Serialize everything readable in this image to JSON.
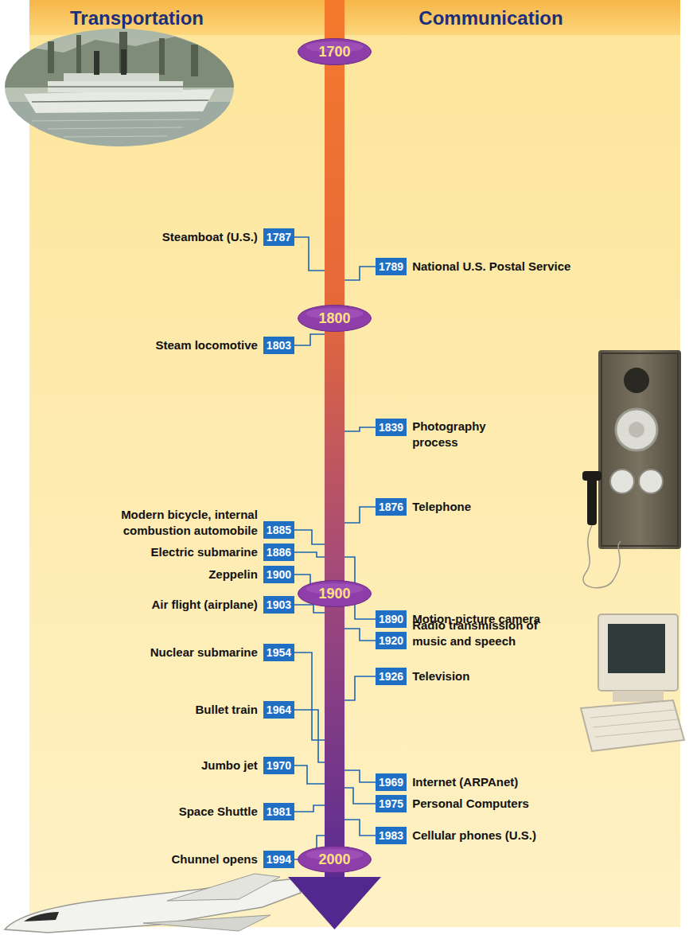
{
  "diagram": {
    "nodes": [
      {
        "text": [
          "1700"
        ]
      },
      {
        "text": [
          "1787",
          "Steamboat (U.S.)"
        ]
      },
      {
        "text": [
          "1789",
          "National U.S. Postal Service"
        ]
      },
      {
        "text": [
          "1800"
        ]
      },
      {
        "text": [
          "1803",
          "Steam locomotive"
        ]
      },
      {
        "text": [
          "1839",
          "Photography process"
        ]
      },
      {
        "text": [
          "1876",
          "Telephone"
        ]
      },
      {
        "text": [
          "1885",
          "Modern bicycle, internal combustion automobile"
        ]
      },
      {
        "text": [
          "1886",
          "Electric submarine"
        ]
      },
      {
        "text": [
          "1890",
          "Motion-picture camera"
        ]
      },
      {
        "text": [
          "1900",
          "Zeppelin"
        ]
      },
      {
        "text": [
          "1900"
        ]
      },
      {
        "text": [
          "1903",
          "Air flight (airplane)"
        ]
      },
      {
        "text": [
          "1920",
          "Radio transmission of music and speech"
        ]
      },
      {
        "text": [
          "1926",
          "Television"
        ]
      },
      {
        "text": [
          "1954",
          "Nuclear submarine"
        ]
      },
      {
        "text": [
          "1964",
          "Bullet train"
        ]
      },
      {
        "text": [
          "1970",
          "Jumbo jet"
        ]
      },
      {
        "text": [
          "1969",
          "Internet (ARPAnet)"
        ]
      },
      {
        "text": [
          "1975",
          "Personal Computers"
        ]
      },
      {
        "text": [
          "1981",
          "Space Shuttle"
        ]
      },
      {
        "text": [
          "1983",
          "Cellular phones (U.S.)"
        ]
      },
      {
        "text": [
          "1994",
          "Chunnel opens"
        ]
      },
      {
        "text": [
          "2000"
        ]
      }
    ],
    "labels": [
      "Transportation",
      "Communication"
    ]
  }
}
